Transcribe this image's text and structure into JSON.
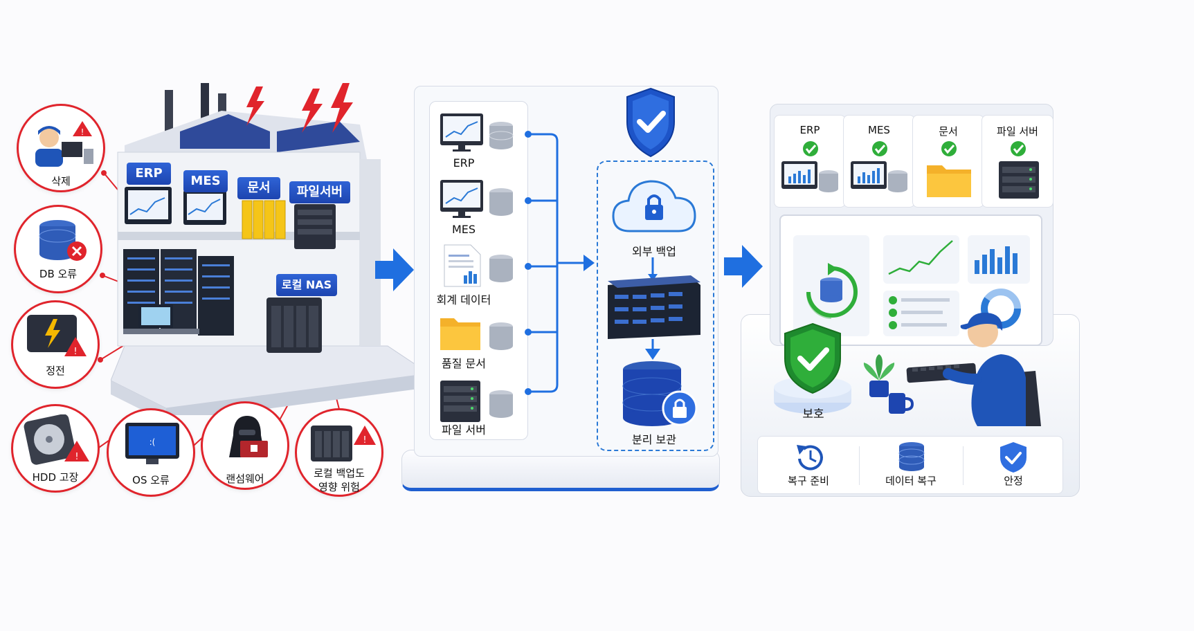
{
  "left_scene": {
    "building_badges": [
      "ERP",
      "MES",
      "문서",
      "파일서버"
    ],
    "nas_badge": "로컬 NAS",
    "risks": [
      {
        "label": "삭제",
        "icon": "user-deleting-icon"
      },
      {
        "label": "DB 오류",
        "icon": "database-error-icon"
      },
      {
        "label": "정전",
        "icon": "power-outage-icon"
      },
      {
        "label": "HDD 고장",
        "icon": "hdd-failure-icon"
      },
      {
        "label": "OS 오류",
        "icon": "os-error-icon"
      },
      {
        "label": "랜섬웨어",
        "icon": "ransomware-hacker-icon"
      },
      {
        "label": "로컬 백업도",
        "label2": "영향 위험",
        "icon": "nas-warning-icon"
      }
    ]
  },
  "middle_scene": {
    "sources": [
      {
        "label": "ERP",
        "icon": "monitor-chart-icon"
      },
      {
        "label": "MES",
        "icon": "monitor-chart-icon"
      },
      {
        "label": "회계 데이터",
        "icon": "document-chart-icon"
      },
      {
        "label": "품질 문서",
        "icon": "folder-icon"
      },
      {
        "label": "파일 서버",
        "icon": "server-icon"
      }
    ],
    "external_backup": "외부 백업",
    "separate_storage": "분리 보관"
  },
  "right_scene": {
    "systems": [
      {
        "label": "ERP",
        "icon": "monitor-chart-icon"
      },
      {
        "label": "MES",
        "icon": "monitor-chart-icon"
      },
      {
        "label": "문서",
        "icon": "folder-icon"
      },
      {
        "label": "파일 서버",
        "icon": "server-icon"
      }
    ],
    "protect_label": "보호",
    "bottom": [
      {
        "label": "복구 준비",
        "icon": "restore-clock-icon"
      },
      {
        "label": "데이터 복구",
        "icon": "database-icon"
      },
      {
        "label": "안정",
        "icon": "shield-check-icon"
      }
    ]
  },
  "colors": {
    "accent": "#1f6fe0",
    "danger": "#e0242c",
    "success": "#2fae3a",
    "brand_blue": "#1d45b0"
  }
}
